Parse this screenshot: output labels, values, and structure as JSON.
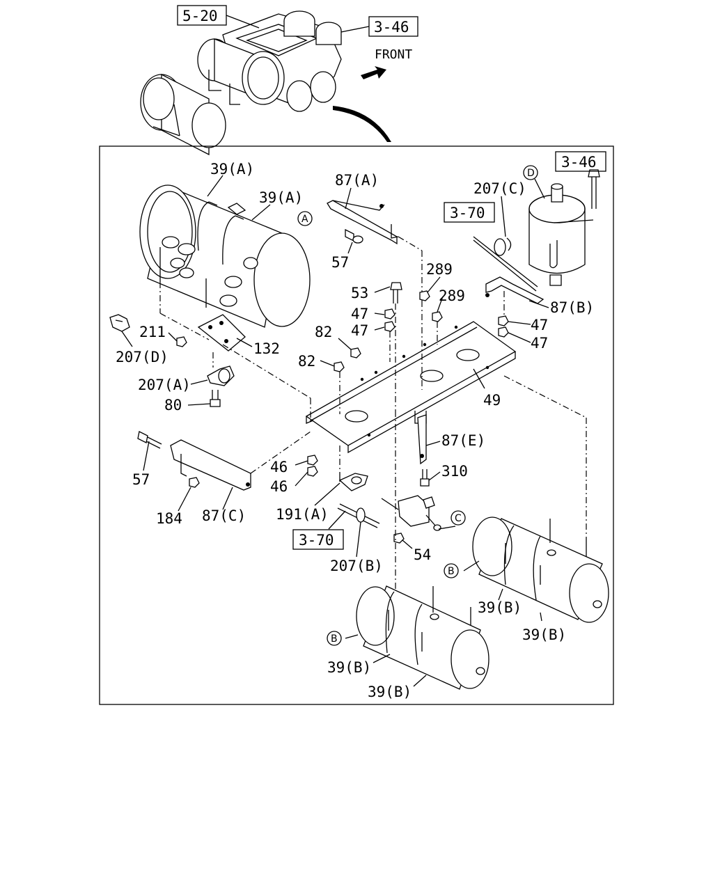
{
  "refs": {
    "r_5_20": "5-20",
    "r_3_46_top": "3-46",
    "r_3_46": "3-46",
    "r_3_70_top": "3-70",
    "r_3_70_bottom": "3-70"
  },
  "front_label": "FRONT",
  "circles": {
    "A": "A",
    "B1": "B",
    "B2": "B",
    "C": "C",
    "D": "D"
  },
  "labels": {
    "l39A_1": "39(A)",
    "l39A_2": "39(A)",
    "l87A": "87(A)",
    "l57_top": "57",
    "l207C": "207(C)",
    "l289_1": "289",
    "l289_2": "289",
    "l53": "53",
    "l47_1": "47",
    "l47_2": "47",
    "l47_3": "47",
    "l47_4": "47",
    "l87B": "87(B)",
    "l82_1": "82",
    "l82_2": "82",
    "l211": "211",
    "l132": "132",
    "l207D": "207(D)",
    "l207A": "207(A)",
    "l80": "80",
    "l49": "49",
    "l87E": "87(E)",
    "l310": "310",
    "l57_bot": "57",
    "l46_1": "46",
    "l46_2": "46",
    "l184": "184",
    "l87C": "87(C)",
    "l191A": "191(A)",
    "l207B": "207(B)",
    "l54": "54",
    "l39B_1": "39(B)",
    "l39B_2": "39(B)",
    "l39B_3": "39(B)",
    "l39B_4": "39(B)"
  }
}
